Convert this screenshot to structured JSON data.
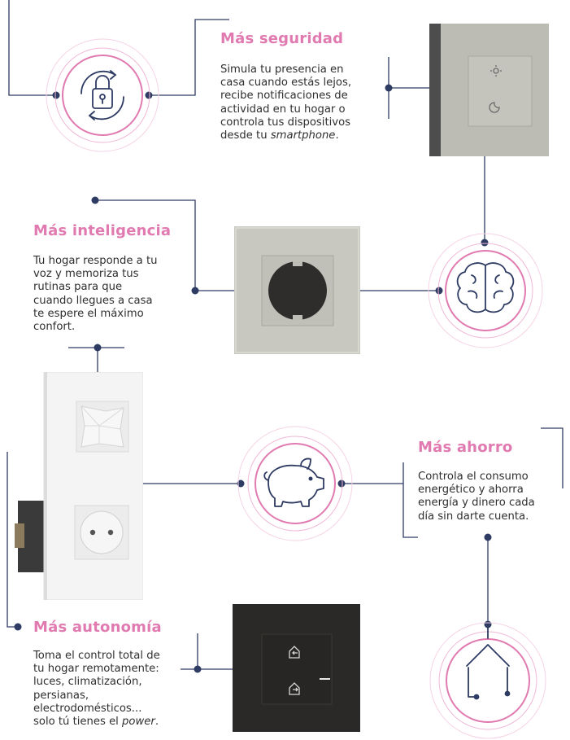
{
  "colors": {
    "accent": "#e07ab0",
    "line": "#2e3b63",
    "text": "#2f2f2f"
  },
  "sections": {
    "seguridad": {
      "title": "Más seguridad",
      "lines": [
        "Simula tu presencia en",
        "casa cuando estás lejos,",
        "recibe notificaciones de",
        "actividad en tu hogar o",
        "controla tus dispositivos",
        "desde tu"
      ],
      "emphasis": "smartphone",
      "end": ".",
      "icon": "padlock-cycle-icon",
      "product": "grey-scene-switch"
    },
    "inteligencia": {
      "title": "Más inteligencia",
      "lines": [
        "Tu hogar responde a tu",
        "voz y memoriza tus",
        "rutinas para que",
        "cuando llegues a casa",
        "te espere el máximo",
        "confort."
      ],
      "icon": "brain-icon",
      "product": "grey-power-socket"
    },
    "ahorro": {
      "title": "Más ahorro",
      "lines": [
        "Controla el consumo",
        "energético y ahorra",
        "energía y dinero cada",
        "día sin darte cuenta."
      ],
      "icon": "piggy-bank-icon",
      "product": "white-switch-and-socket"
    },
    "autonomia": {
      "title": "Más autonomía",
      "lines": [
        "Toma el control total de",
        "tu hogar remotamente:",
        "luces, climatización,",
        "persianas,",
        "electrodomésticos...",
        "solo tú tienes el"
      ],
      "emphasis": "power",
      "end": ".",
      "icon": "house-circuit-icon",
      "product": "black-home-away-switch"
    }
  }
}
